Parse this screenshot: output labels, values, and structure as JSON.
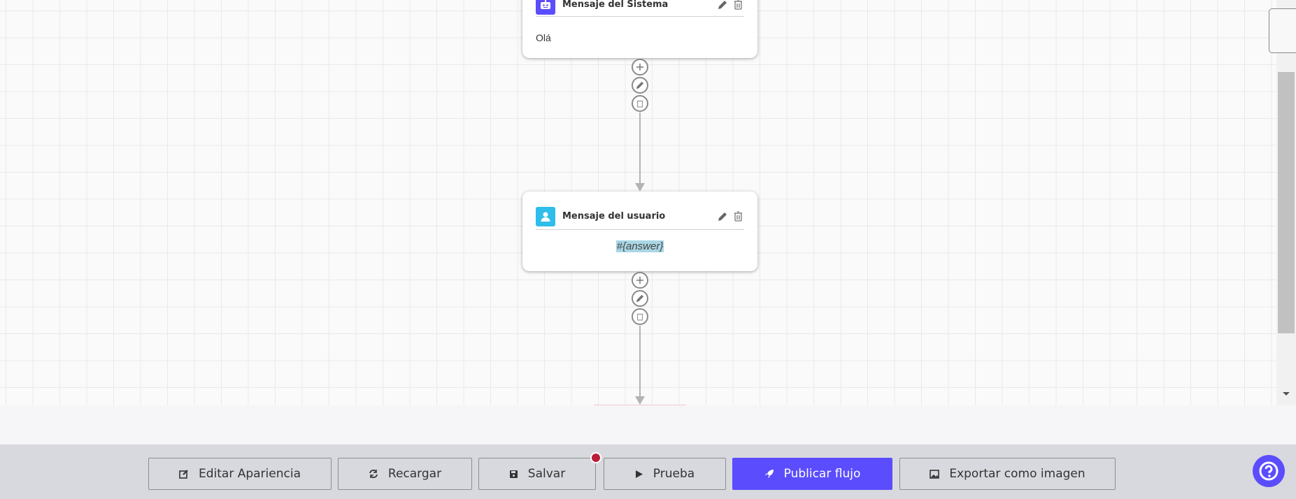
{
  "nodes": [
    {
      "title": "Mensaje del Sistema",
      "content": "Olá",
      "icon": "robot-icon",
      "icon_color": "#5b4dfd"
    },
    {
      "title": "Mensaje del usuario",
      "content": "#{answer}",
      "icon": "user-icon",
      "icon_color": "#2fbde9"
    }
  ],
  "toolbar": {
    "edit_appearance": "Editar Apariencia",
    "reload": "Recargar",
    "save": "Salvar",
    "test": "Prueba",
    "publish": "Publicar flujo",
    "export": "Exportar como imagen",
    "accent": "#5b4dfd",
    "unsaved_dot_color": "#b81d3a"
  }
}
